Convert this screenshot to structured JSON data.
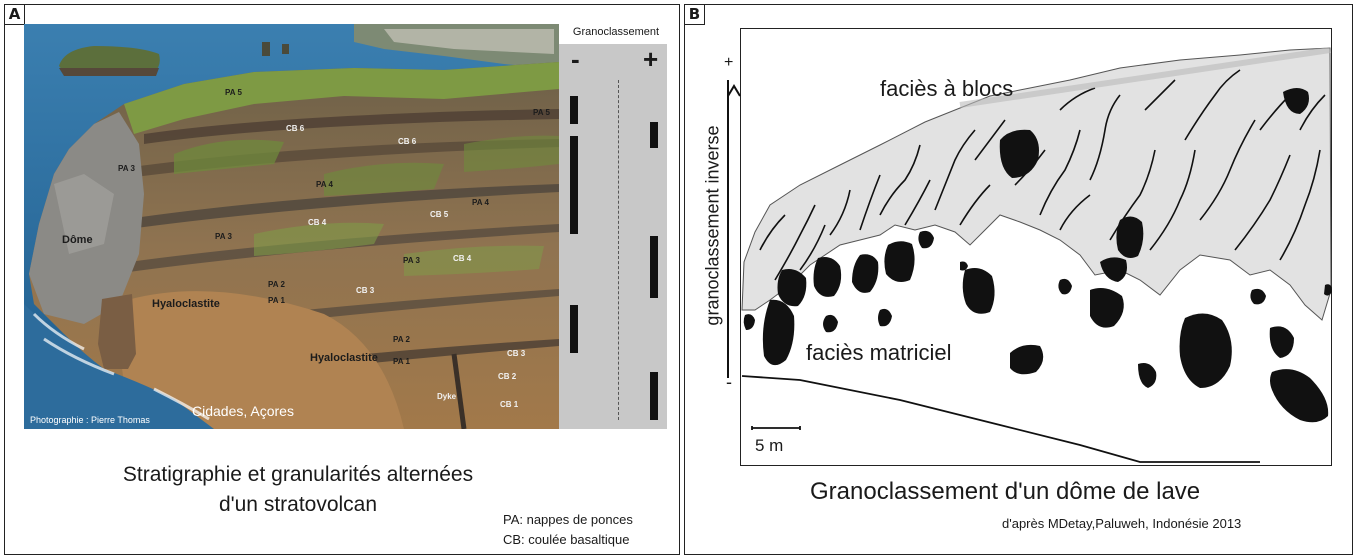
{
  "panel_a": {
    "letter": "A",
    "gradation_title": "Granoclassement",
    "minus_sign": "-",
    "plus_sign": "+",
    "photo_labels": {
      "pa5_top": "PA 5",
      "pa5_right": "PA 5",
      "cb6_left": "CB 6",
      "cb6_right": "CB 6",
      "pa3_left": "PA 3",
      "pa4_mid": "PA 4",
      "pa4_right": "PA 4",
      "cb4_mid": "CB 4",
      "cb5": "CB 5",
      "dome": "Dôme",
      "pa3_mid": "PA 3",
      "pa3_right": "PA 3",
      "cb4_right": "CB 4",
      "pa2_left": "PA 2",
      "pa1_left": "PA 1",
      "cb3_mid": "CB 3",
      "hyalo_left": "Hyaloclastite",
      "pa2_right": "PA 2",
      "pa1_right": "PA 1",
      "hyalo_right": "Hyaloclastite",
      "cb3_right": "CB 3",
      "cb2": "CB 2",
      "dyke": "Dyke",
      "cb1": "CB 1"
    },
    "credit": "Photographie : Pierre Thomas",
    "location": "Cidades, Açores",
    "caption_line1": "Stratigraphie et granularités alternées",
    "caption_line2": "d'un stratovolcan",
    "legend_pa": "PA: nappes de ponces",
    "legend_cb": "CB: coulée basaltique"
  },
  "panel_b": {
    "letter": "B",
    "axis_label": "granoclassement inverse",
    "axis_plus": "+",
    "axis_minus": "-",
    "facies_blocs": "faciès à blocs",
    "facies_matriciel": "faciès matriciel",
    "scale_label": "5 m",
    "title": "Granoclassement  d'un dôme de lave",
    "source": "d'après MDetay,Paluweh, Indonésie 2013"
  },
  "colors": {
    "sea": "#2a6ea0",
    "cliff": "#8f7350",
    "vegetation": "#6f8a3c",
    "gradation_bar": "#c8c8c8",
    "block_fill": "#111111",
    "blocky_facies_fill": "#e2e2e2"
  }
}
